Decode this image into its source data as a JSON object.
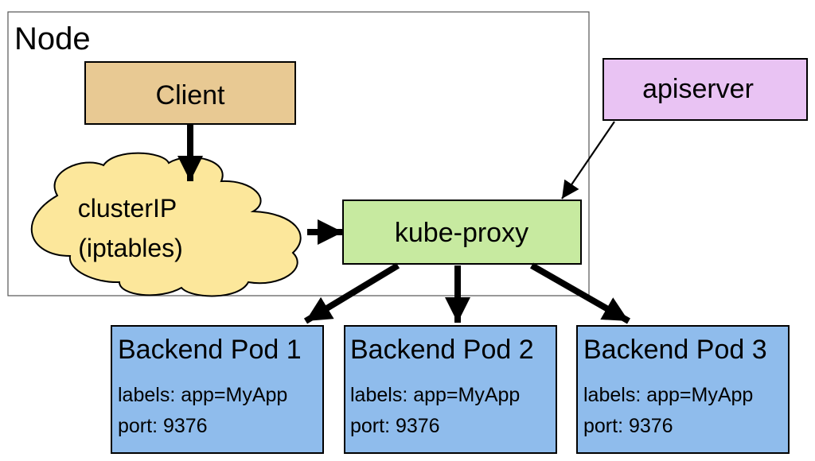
{
  "node": {
    "label": "Node"
  },
  "client": {
    "label": "Client",
    "color": "#e8c993"
  },
  "cluster_ip": {
    "line1": "clusterIP",
    "line2": "(iptables)",
    "color": "#fce79b"
  },
  "kube_proxy": {
    "label": "kube-proxy",
    "color": "#c7eaa0"
  },
  "apiserver": {
    "label": "apiserver",
    "color": "#e9c3f3"
  },
  "pods": [
    {
      "title": "Backend Pod 1",
      "labels": "labels: app=MyApp",
      "port": "port: 9376"
    },
    {
      "title": "Backend Pod 2",
      "labels": "labels: app=MyApp",
      "port": "port: 9376"
    },
    {
      "title": "Backend Pod 3",
      "labels": "labels: app=MyApp",
      "port": "port: 9376"
    }
  ],
  "pod_color": "#8fbcec"
}
